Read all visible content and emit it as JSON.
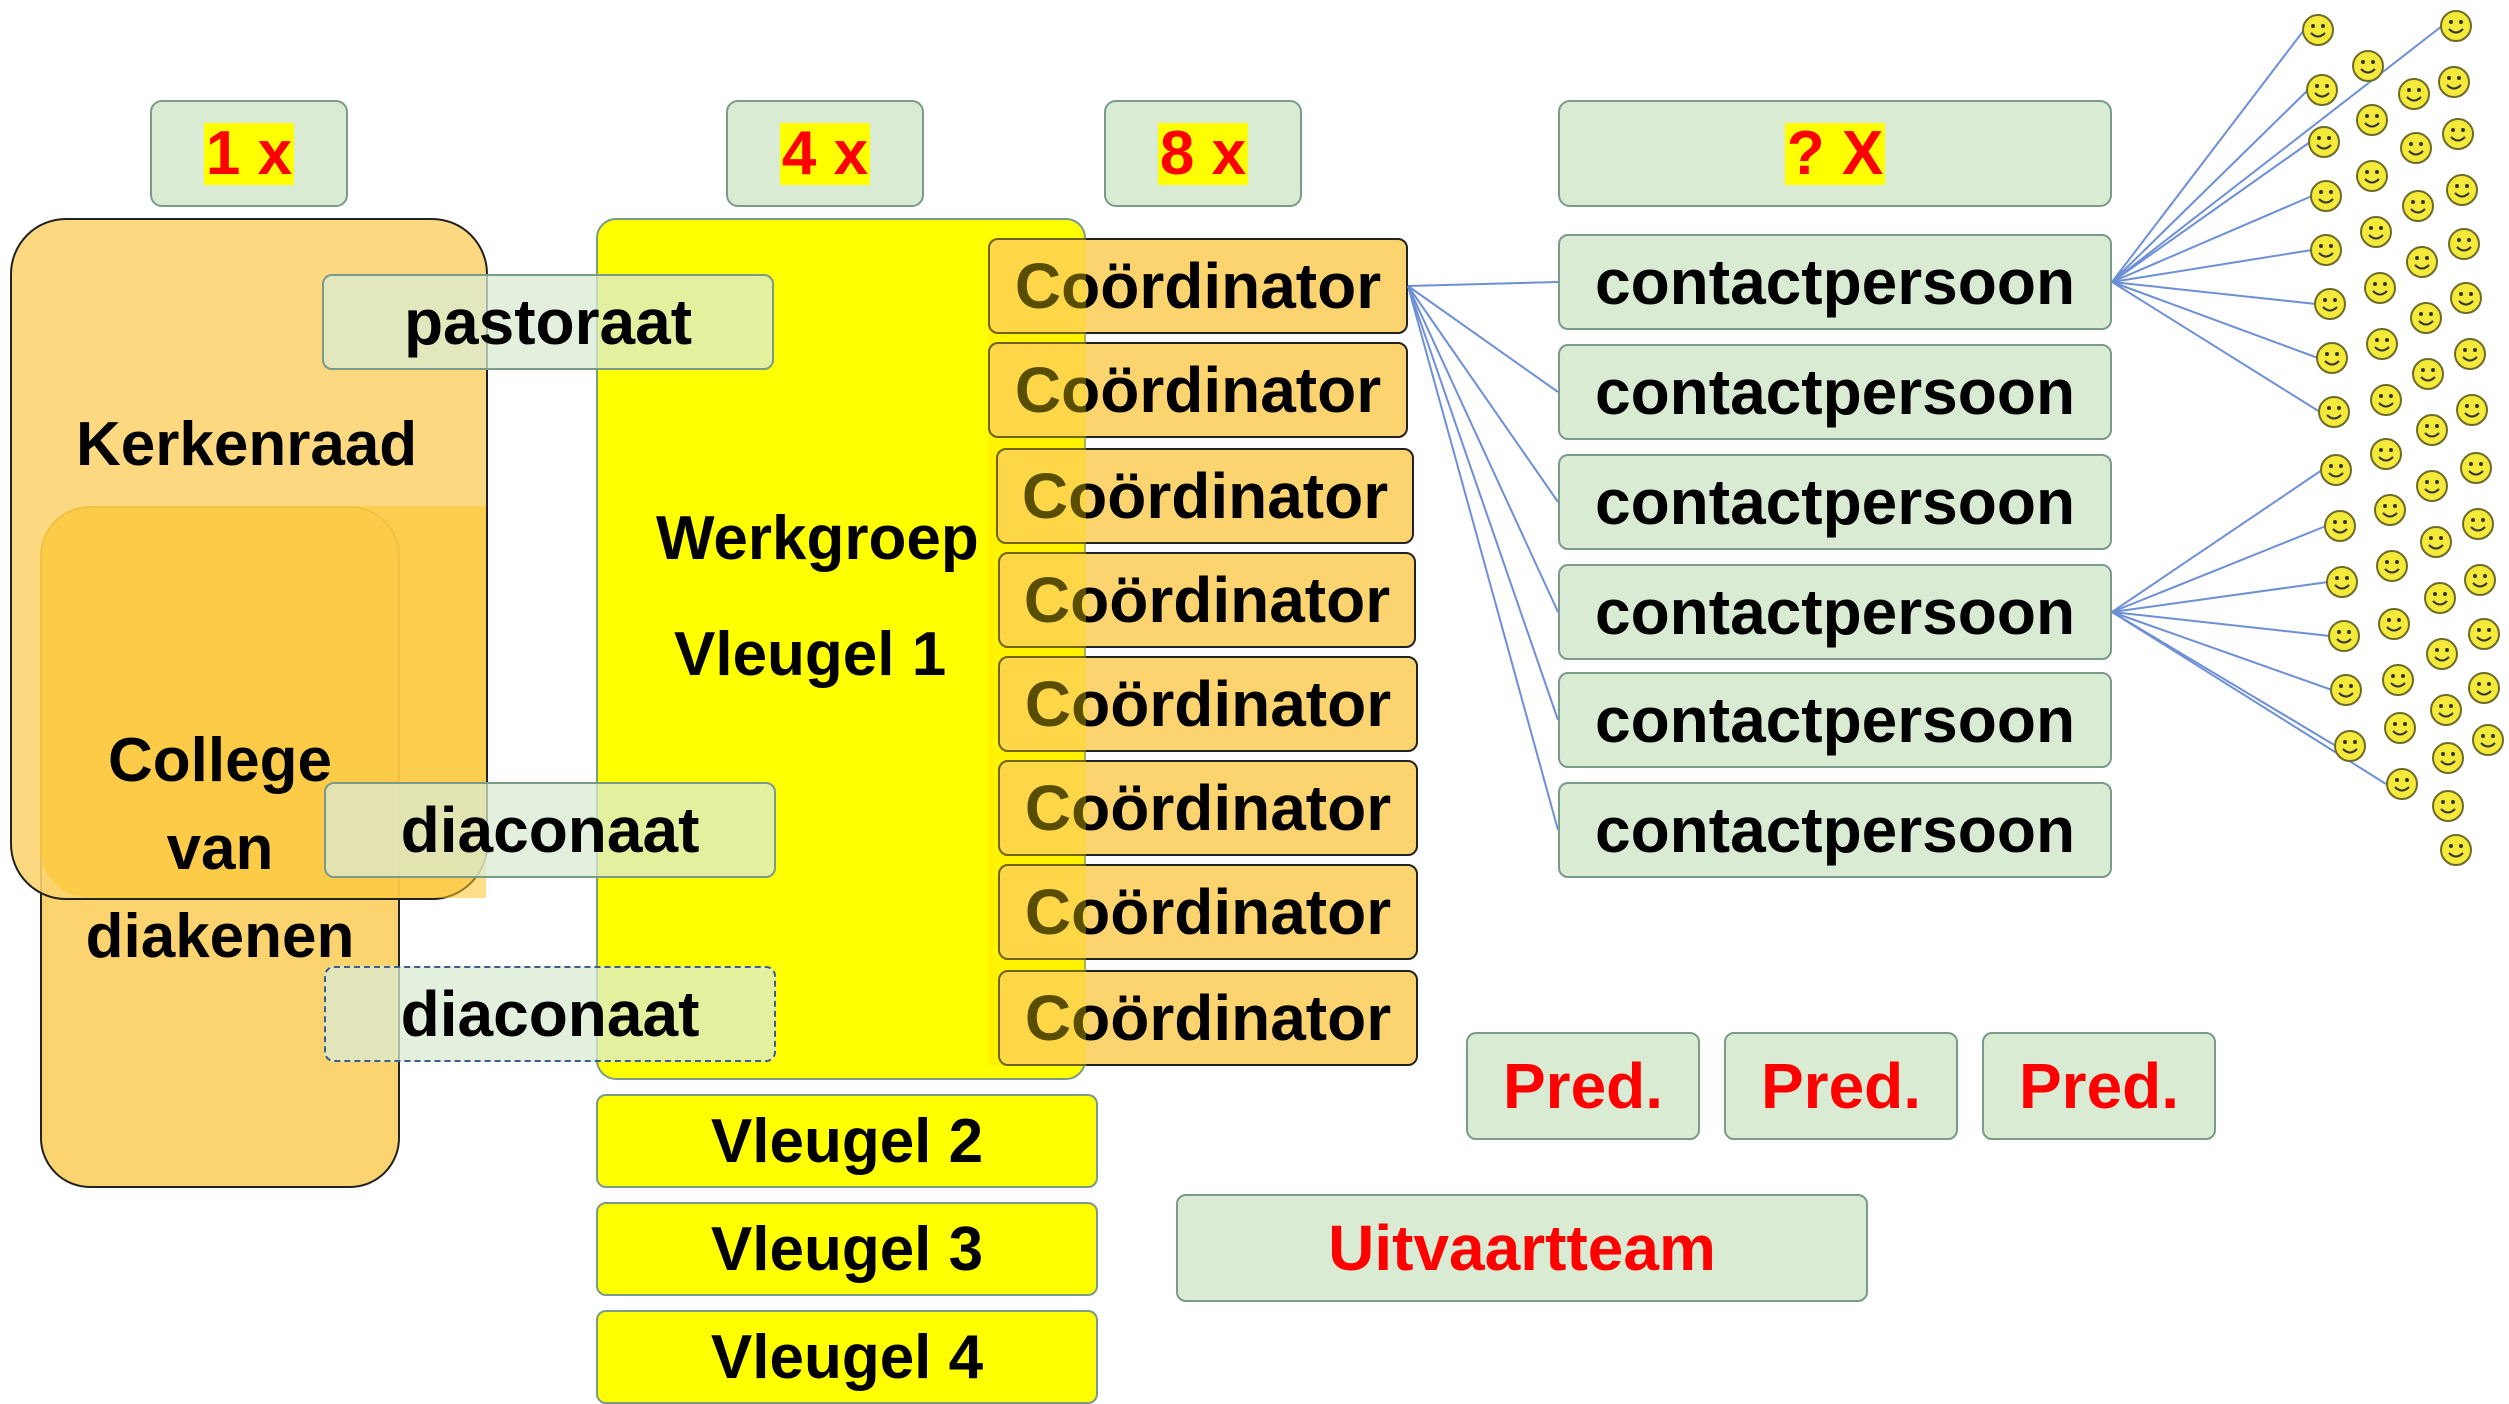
{
  "counts": {
    "council": "1 x",
    "workgroups": "4 x",
    "coordinators": "8 x",
    "contacts": "? X"
  },
  "kerkenraad": {
    "label": "Kerkenraad"
  },
  "college": {
    "line1": "College",
    "line2": "van",
    "line3": "diakenen"
  },
  "departments": {
    "pastoraat": "pastoraat",
    "diaconaat_1": "diaconaat",
    "diaconaat_2": "diaconaat"
  },
  "workgroup": {
    "line1": "Werkgroep",
    "line2": "Vleugel  1"
  },
  "coordinators": [
    "Coördinator",
    "Coördinator",
    "Coördinator",
    "Coördinator",
    "Coördinator",
    "Coördinator",
    "Coördinator",
    "Coördinator"
  ],
  "contacts": [
    "contactpersoon",
    "contactpersoon",
    "contactpersoon",
    "contactpersoon",
    "contactpersoon",
    "contactpersoon"
  ],
  "wings": [
    "Vleugel 2",
    "Vleugel 3",
    "Vleugel 4"
  ],
  "preachers": [
    "Pred.",
    "Pred.",
    "Pred."
  ],
  "funeral_team": "Uitvaartteam",
  "colors": {
    "green_box": "#d9ebd3",
    "orange_box": "#fcd46f",
    "dark_orange": "#fcc93a",
    "yellow": "#ffff00",
    "red_text": "#ff0000",
    "line_blue": "#6d8fd6",
    "smiley": "#f5e93a"
  }
}
